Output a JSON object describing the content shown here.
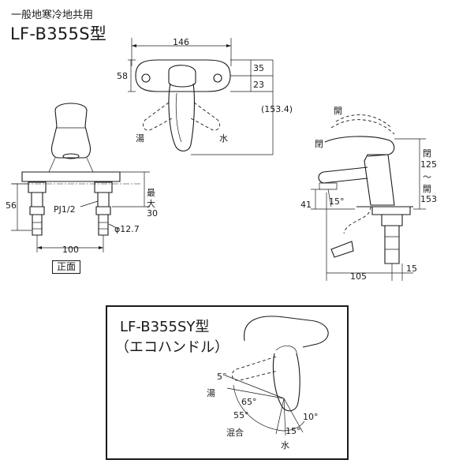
{
  "header": {
    "subtitle": "一般地寒冷地共用",
    "model": "LF-B355S型"
  },
  "top_view": {
    "dim_width": "146",
    "dim_58": "58",
    "dim_35": "35",
    "dim_23": "23",
    "dim_depth": "(153.4)",
    "label_hot": "湯",
    "label_cold": "水"
  },
  "front_view": {
    "dim_56": "56",
    "dim_max_chars": [
      "最",
      "大"
    ],
    "dim_30": "30",
    "pipe_thread": "PJ1/2",
    "pipe_dia": "φ12.7",
    "dim_100": "100",
    "view_label": "正面"
  },
  "side_view": {
    "label_open_top": "開",
    "label_closed": "閉",
    "range_chars": [
      "閉",
      "125",
      "〜",
      "開",
      "153"
    ],
    "dim_41": "41",
    "angle_15": "15°",
    "dim_105": "105",
    "dim_15": "15"
  },
  "eco_box": {
    "model": "LF-B355SY型",
    "subtitle": "（エコハンドル）",
    "angle_5": "5°",
    "label_hot": "湯",
    "angle_65": "65°",
    "angle_55": "55°",
    "label_mix": "混合",
    "angle_10": "10°",
    "angle_15": "15°",
    "label_cold": "水"
  }
}
